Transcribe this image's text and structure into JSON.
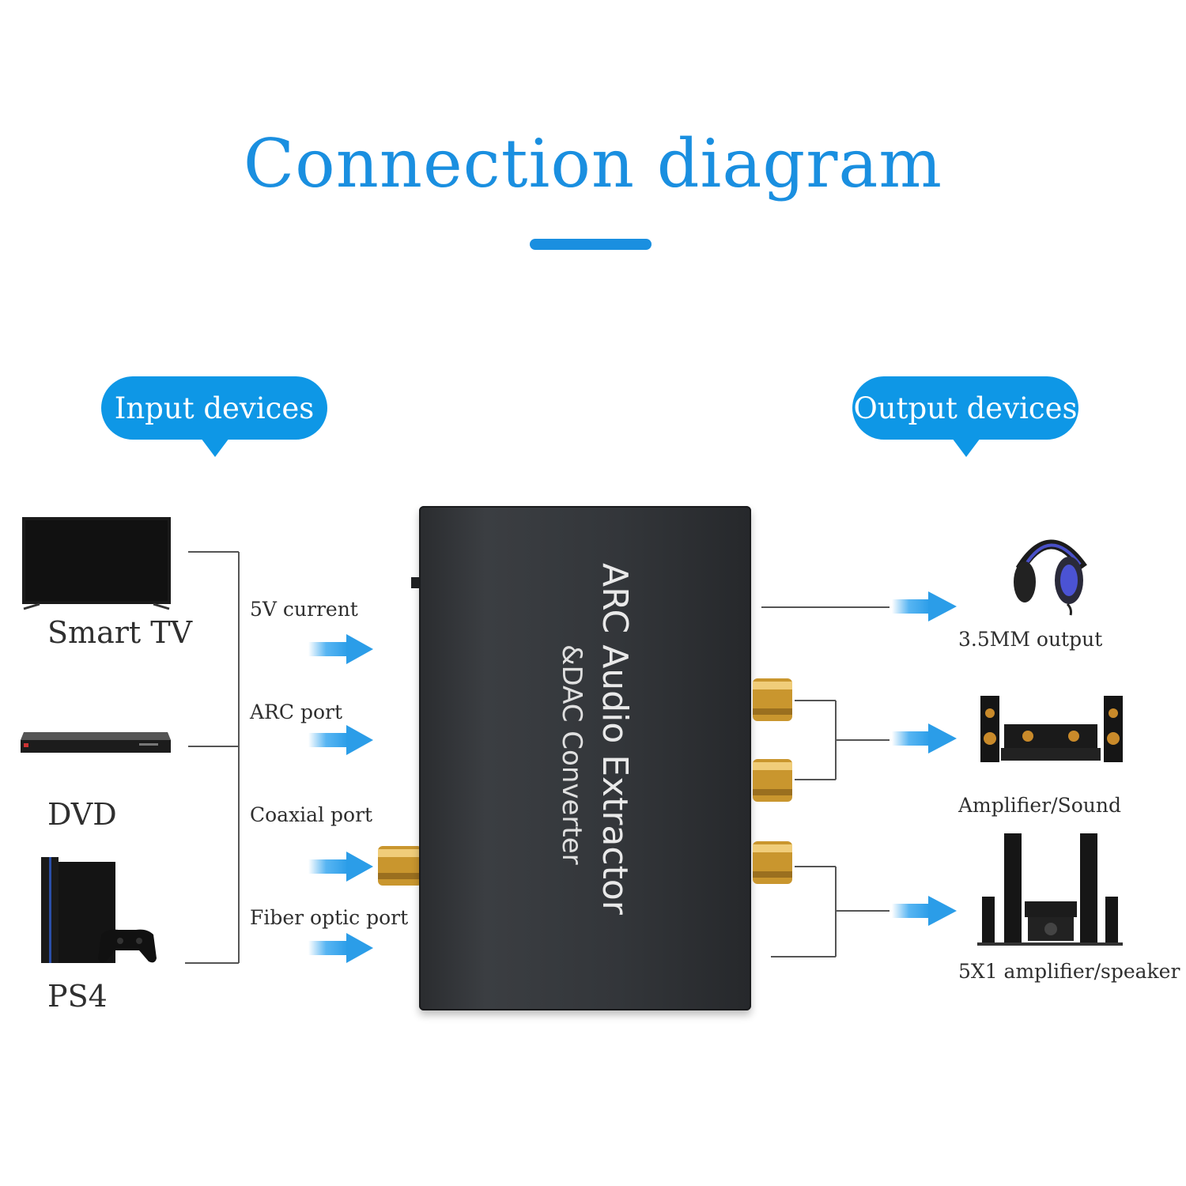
{
  "title": "Connection diagram",
  "input_bubble": "Input devices",
  "output_bubble": "Output devices",
  "input_devices": [
    "Smart TV",
    "DVD",
    "PS4"
  ],
  "input_ports": [
    "5V current",
    "ARC port",
    "Coaxial port",
    "Fiber optic port"
  ],
  "converter": {
    "line1": "ARC Audio Extractor",
    "line2": "&DAC Converter"
  },
  "output_devices": [
    "3.5MM output",
    "Amplifier/Sound",
    "5X1 amplifier/speaker"
  ],
  "colors": {
    "accent": "#1a8fe0",
    "bubble": "#0e97e6",
    "arrow": "#3aa8f0",
    "converter_body": "#33363a",
    "rca_gold": "#d4a43a"
  },
  "icons": [
    "television-icon",
    "dvd-player-icon",
    "game-console-icon",
    "headphones-icon",
    "sound-system-icon",
    "home-theater-icon",
    "arrow-right-icon",
    "rca-connector-icon"
  ]
}
